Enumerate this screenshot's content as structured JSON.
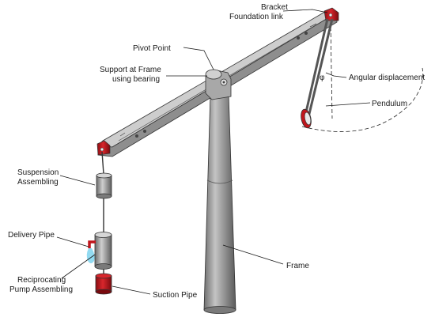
{
  "labels": {
    "bracket_line1": "Bracket",
    "bracket_line2": "Foundation link",
    "pivot_point": "Pivot Point",
    "support_line1": "Support at Frame",
    "support_line2": "using bearing",
    "angular_displacement": "Angular displacement",
    "phi": "φ",
    "pendulum": "Pendulum",
    "suspension_line1": "Suspension",
    "suspension_line2": "Assembling",
    "delivery_pipe": "Delivery Pipe",
    "frame": "Frame",
    "reciprocating_line1": "Reciprocating",
    "reciprocating_line2": "Pump Assembling",
    "suction_pipe": "Suction Pipe"
  },
  "colors": {
    "steel_top": "#c8c8c8",
    "steel_front": "#8a8a8a",
    "steel_dark": "#5c5c5c",
    "bracket_red": "#c0161c",
    "water": "#7fd4ee"
  }
}
